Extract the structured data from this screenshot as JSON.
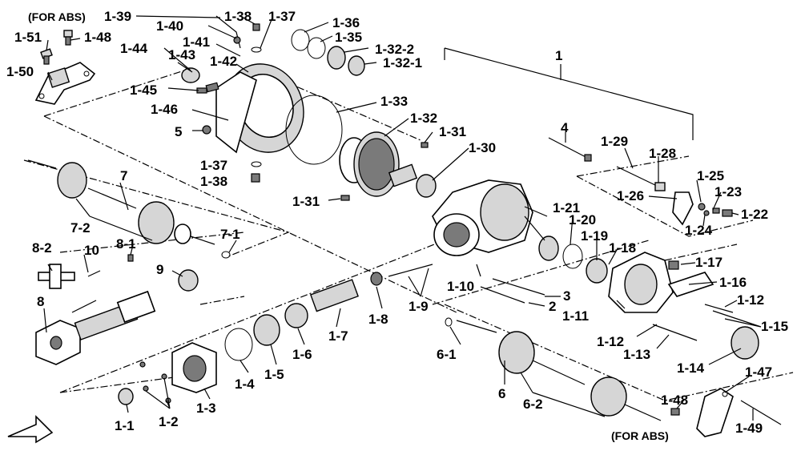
{
  "notes": {
    "abs_top": "(FOR ABS)",
    "abs_bottom": "(FOR ABS)"
  },
  "callouts": {
    "c1": "1",
    "c4": "4",
    "c5": "5",
    "c6": "6",
    "c6_1": "6-1",
    "c6_2": "6-2",
    "c7": "7",
    "c7_1": "7-1",
    "c7_2": "7-2",
    "c8": "8",
    "c8_1": "8-1",
    "c8_2": "8-2",
    "c9": "9",
    "c10": "10",
    "c1_1": "1-1",
    "c1_2": "1-2",
    "c1_3": "1-3",
    "c1_4": "1-4",
    "c1_5": "1-5",
    "c1_6": "1-6",
    "c1_7": "1-7",
    "c1_8": "1-8",
    "c1_9": "1-9",
    "c1_10": "1-10",
    "c1_11": "1-11",
    "c1_12a": "1-12",
    "c1_12b": "1-12",
    "c1_13": "1-13",
    "c1_14": "1-14",
    "c1_15": "1-15",
    "c1_16": "1-16",
    "c1_17": "1-17",
    "c1_18": "1-18",
    "c1_19": "1-19",
    "c1_20": "1-20",
    "c1_21": "1-21",
    "c1_22": "1-22",
    "c1_23": "1-23",
    "c1_24": "1-24",
    "c1_25": "1-25",
    "c1_26": "1-26",
    "c1_28": "1-28",
    "c1_29": "1-29",
    "c1_30": "1-30",
    "c1_31a": "1-31",
    "c1_31b": "1-31",
    "c1_32": "1-32",
    "c1_32_1": "1-32-1",
    "c1_32_2": "1-32-2",
    "c1_33": "1-33",
    "c1_35": "1-35",
    "c1_36": "1-36",
    "c1_37a": "1-37",
    "c1_37b": "1-37",
    "c1_38a": "1-38",
    "c1_38b": "1-38",
    "c1_39": "1-39",
    "c1_40": "1-40",
    "c1_41": "1-41",
    "c1_42": "1-42",
    "c1_43": "1-43",
    "c1_44": "1-44",
    "c1_45": "1-45",
    "c1_46": "1-46",
    "c1_47": "1-47",
    "c1_48a": "1-48",
    "c1_48b": "1-48",
    "c1_49": "1-49",
    "c1_50": "1-50",
    "c1_51": "1-51"
  }
}
